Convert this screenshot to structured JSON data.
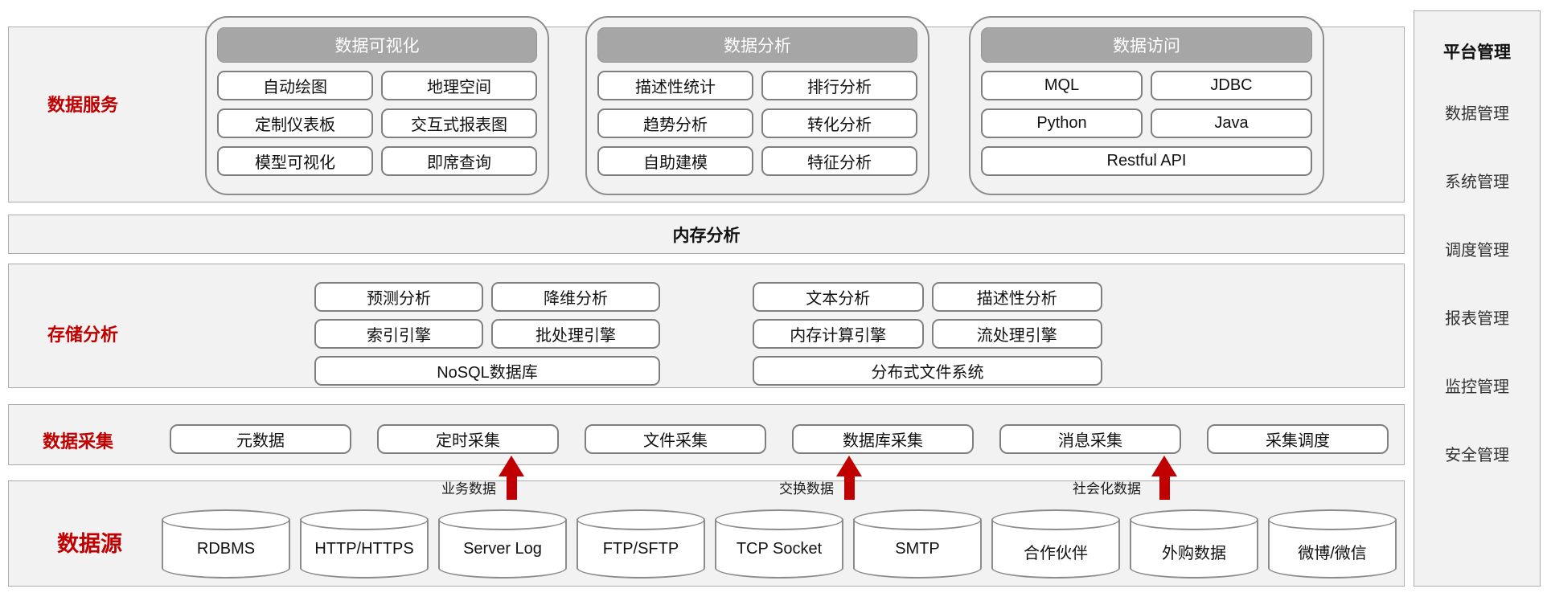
{
  "palette": {
    "accent_red": "#C00000",
    "group_header_gray": "#A6A6A6",
    "section_bg": "#F2F2F2",
    "section_border": "#ABABAB",
    "box_border": "#7F7F7F"
  },
  "sections": {
    "services": {
      "label": "数据服务"
    },
    "memory": {
      "label": "内存分析"
    },
    "storage": {
      "label": "存储分析"
    },
    "collection": {
      "label": "数据采集"
    },
    "sources": {
      "label": "数据源"
    }
  },
  "groups": [
    {
      "title": "数据可视化",
      "items": [
        "自动绘图",
        "地理空间",
        "定制仪表板",
        "交互式报表图",
        "模型可视化",
        "即席查询"
      ]
    },
    {
      "title": "数据分析",
      "items": [
        "描述性统计",
        "排行分析",
        "趋势分析",
        "转化分析",
        "自助建模",
        "特征分析"
      ]
    },
    {
      "title": "数据访问",
      "items": [
        "MQL",
        "JDBC",
        "Python",
        "Java"
      ],
      "wide_item": "Restful API"
    }
  ],
  "storage_clusters": [
    {
      "items": [
        "预测分析",
        "降维分析",
        "索引引擎",
        "批处理引擎"
      ],
      "wide_item": "NoSQL数据库"
    },
    {
      "items": [
        "文本分析",
        "描述性分析",
        "内存计算引擎",
        "流处理引擎"
      ],
      "wide_item": "分布式文件系统"
    }
  ],
  "collection_items": [
    "元数据",
    "定时采集",
    "文件采集",
    "数据库采集",
    "消息采集",
    "采集调度"
  ],
  "source_cylinders": [
    "RDBMS",
    "HTTP/HTTPS",
    "Server Log",
    "FTP/SFTP",
    "TCP Socket",
    "SMTP",
    "合作伙伴",
    "外购数据",
    "微博/微信"
  ],
  "flow_labels": [
    "业务数据",
    "交换数据",
    "社会化数据"
  ],
  "sidebar": {
    "title": "平台管理",
    "items": [
      "数据管理",
      "系统管理",
      "调度管理",
      "报表管理",
      "监控管理",
      "安全管理"
    ]
  }
}
